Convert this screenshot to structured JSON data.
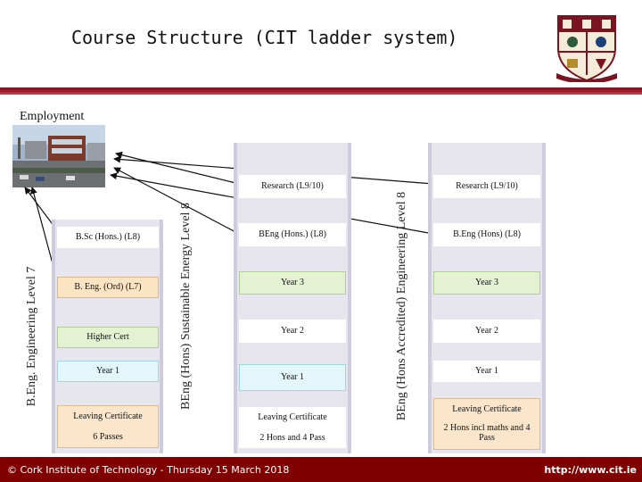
{
  "title": "Course Structure (CIT ladder system)",
  "employment_label": "Employment",
  "ladders": {
    "left": {
      "label": "B.Eng. Engineering Level 7",
      "rungs": [
        "B.Sc (Hons.) (L8)",
        "B. Eng. (Ord) (L7)",
        "Higher Cert",
        "Year 1",
        "Leaving Certificate",
        "6 Passes"
      ]
    },
    "middle": {
      "label": "BEng (Hons) Sustainable Energy Level 8",
      "rungs": [
        "Research (L9/10)",
        "BEng (Hons.) (L8)",
        "Year 3",
        "Year 2",
        "Year 1",
        "Leaving Certificate",
        "2 Hons and 4 Pass"
      ]
    },
    "right": {
      "label": "BEng (Hons Accredited) Engineering Level 8",
      "rungs": [
        "Research (L9/10)",
        "B.Eng (Hons) (L8)",
        "Year 3",
        "Year 2",
        "Year 1",
        "Leaving Certificate",
        "2 Hons incl maths and 4 Pass"
      ]
    }
  },
  "footer": {
    "left": "© Cork Institute of Technology - Thursday 15 March 2018",
    "right": "http://www.cit.ie"
  },
  "colors": {
    "footer_bar": "#800000",
    "header_bar": "#a01828",
    "ladder_bg": "#e7e6ef"
  }
}
